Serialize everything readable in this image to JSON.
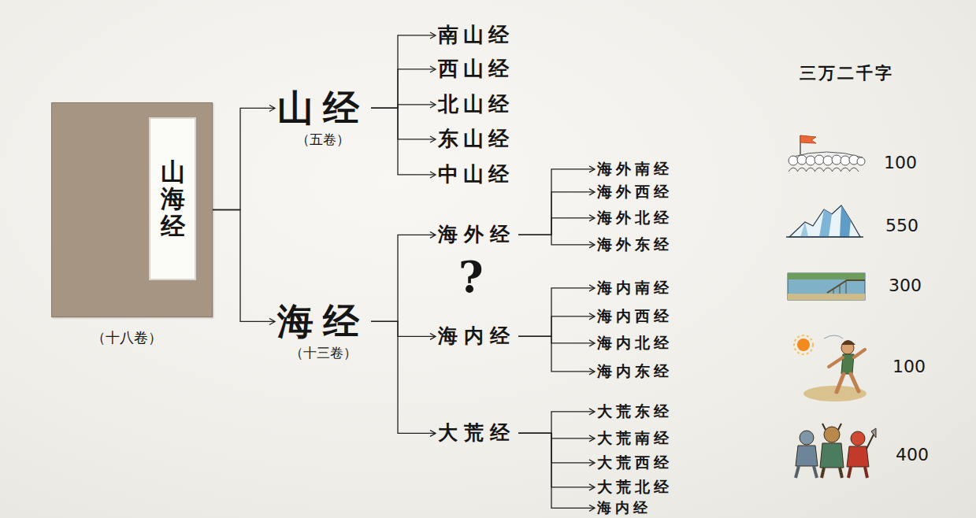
{
  "diagram": {
    "nodes": [
      {
        "text": [
          "山海经",
          "（十八卷）"
        ]
      },
      {
        "text": [
          "山经",
          "（五卷）"
        ]
      },
      {
        "text": [
          "南山经"
        ]
      },
      {
        "text": [
          "西山经"
        ]
      },
      {
        "text": [
          "北山经"
        ]
      },
      {
        "text": [
          "东山经"
        ]
      },
      {
        "text": [
          "中山经"
        ]
      },
      {
        "text": [
          "海经",
          "（十三卷）"
        ]
      },
      {
        "text": [
          "海外经"
        ]
      },
      {
        "text": [
          "海外南经"
        ]
      },
      {
        "text": [
          "海外西经"
        ]
      },
      {
        "text": [
          "海外北经"
        ]
      },
      {
        "text": [
          "海外东经"
        ]
      },
      {
        "text": [
          "海内经"
        ]
      },
      {
        "text": [
          "海内南经"
        ]
      },
      {
        "text": [
          "海内西经"
        ]
      },
      {
        "text": [
          "海内北经"
        ]
      },
      {
        "text": [
          "海内东经"
        ]
      },
      {
        "text": [
          "大荒经"
        ]
      },
      {
        "text": [
          "大荒东经"
        ]
      },
      {
        "text": [
          "大荒南经"
        ]
      },
      {
        "text": [
          "大荒西经"
        ]
      },
      {
        "text": [
          "大荒北经"
        ]
      },
      {
        "text": [
          "海内经"
        ]
      }
    ],
    "edges": [
      {
        "from": 0,
        "to": 1,
        "arrow": "to"
      },
      {
        "from": 0,
        "to": 7,
        "arrow": "to"
      },
      {
        "from": 1,
        "to": 2,
        "arrow": "to"
      },
      {
        "from": 1,
        "to": 3,
        "arrow": "to"
      },
      {
        "from": 1,
        "to": 4,
        "arrow": "to"
      },
      {
        "from": 1,
        "to": 5,
        "arrow": "to"
      },
      {
        "from": 1,
        "to": 6,
        "arrow": "to"
      },
      {
        "from": 7,
        "to": 8,
        "arrow": "to"
      },
      {
        "from": 7,
        "to": 13,
        "arrow": "to"
      },
      {
        "from": 7,
        "to": 18,
        "arrow": "to"
      },
      {
        "from": 8,
        "to": 9,
        "arrow": "to"
      },
      {
        "from": 8,
        "to": 10,
        "arrow": "to"
      },
      {
        "from": 8,
        "to": 11,
        "arrow": "to"
      },
      {
        "from": 8,
        "to": 12,
        "arrow": "to"
      },
      {
        "from": 13,
        "to": 14,
        "arrow": "to"
      },
      {
        "from": 13,
        "to": 15,
        "arrow": "to"
      },
      {
        "from": 13,
        "to": 16,
        "arrow": "to"
      },
      {
        "from": 13,
        "to": 17,
        "arrow": "to"
      },
      {
        "from": 18,
        "to": 19,
        "arrow": "to"
      },
      {
        "from": 18,
        "to": 20,
        "arrow": "to"
      },
      {
        "from": 18,
        "to": 21,
        "arrow": "to"
      },
      {
        "from": 18,
        "to": 22,
        "arrow": "to"
      },
      {
        "from": 18,
        "to": 23,
        "arrow": "to"
      }
    ],
    "labels": [
      "?",
      "三万二千字",
      "100",
      "550",
      "300",
      "100",
      "400"
    ]
  }
}
